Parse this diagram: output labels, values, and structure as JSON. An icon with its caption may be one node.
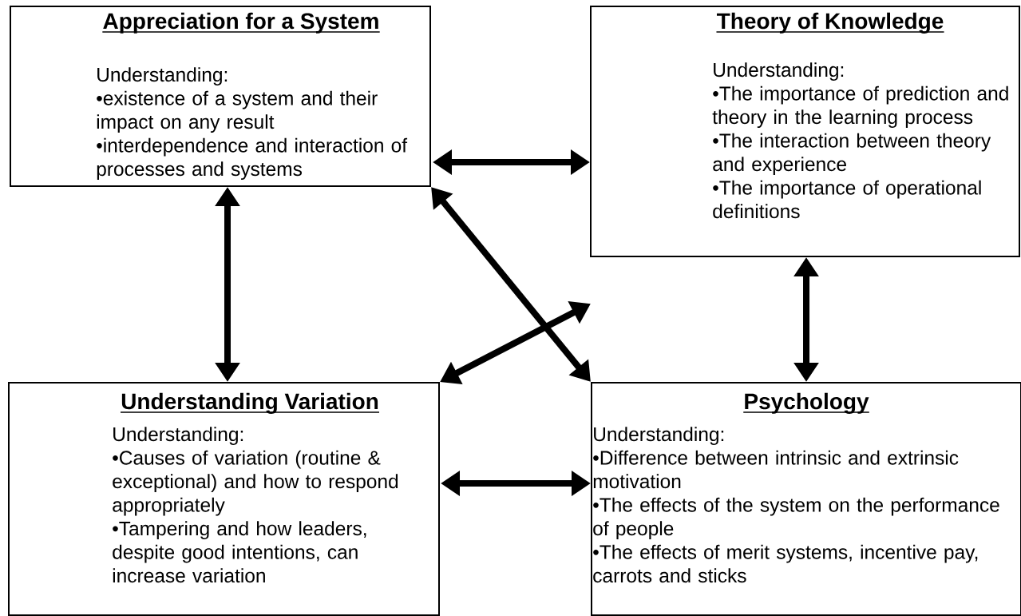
{
  "diagram": {
    "nodes": [
      {
        "text": [
          "Appreciation for a System",
          "Understanding:",
          "•existence of a system and their impact on any result",
          "•interdependence and interaction of processes and systems"
        ]
      },
      {
        "text": [
          "Theory of Knowledge",
          "Understanding:",
          "•The importance of prediction and theory in the learning process",
          "•The interaction between theory and experience",
          "•The importance of operational definitions"
        ]
      },
      {
        "text": [
          "Understanding Variation",
          "Understanding:",
          "•Causes of variation (routine & exceptional) and how to respond appropriately",
          "•Tampering and how leaders, despite good intentions, can increase variation"
        ]
      },
      {
        "text": [
          "Psychology",
          "Understanding:",
          "•Difference between intrinsic and extrinsic motivation",
          "•The effects of the system on the performance of people",
          "•The effects of merit systems, incentive pay, carrots and sticks"
        ]
      }
    ],
    "edges": [
      {
        "from": 0,
        "to": 1,
        "arrow": "both"
      },
      {
        "from": 0,
        "to": 2,
        "arrow": "both"
      },
      {
        "from": 0,
        "to": 3,
        "arrow": "both"
      },
      {
        "from": 1,
        "to": 2,
        "arrow": "both"
      },
      {
        "from": 1,
        "to": 3,
        "arrow": "both"
      },
      {
        "from": 2,
        "to": 3,
        "arrow": "both"
      }
    ]
  }
}
